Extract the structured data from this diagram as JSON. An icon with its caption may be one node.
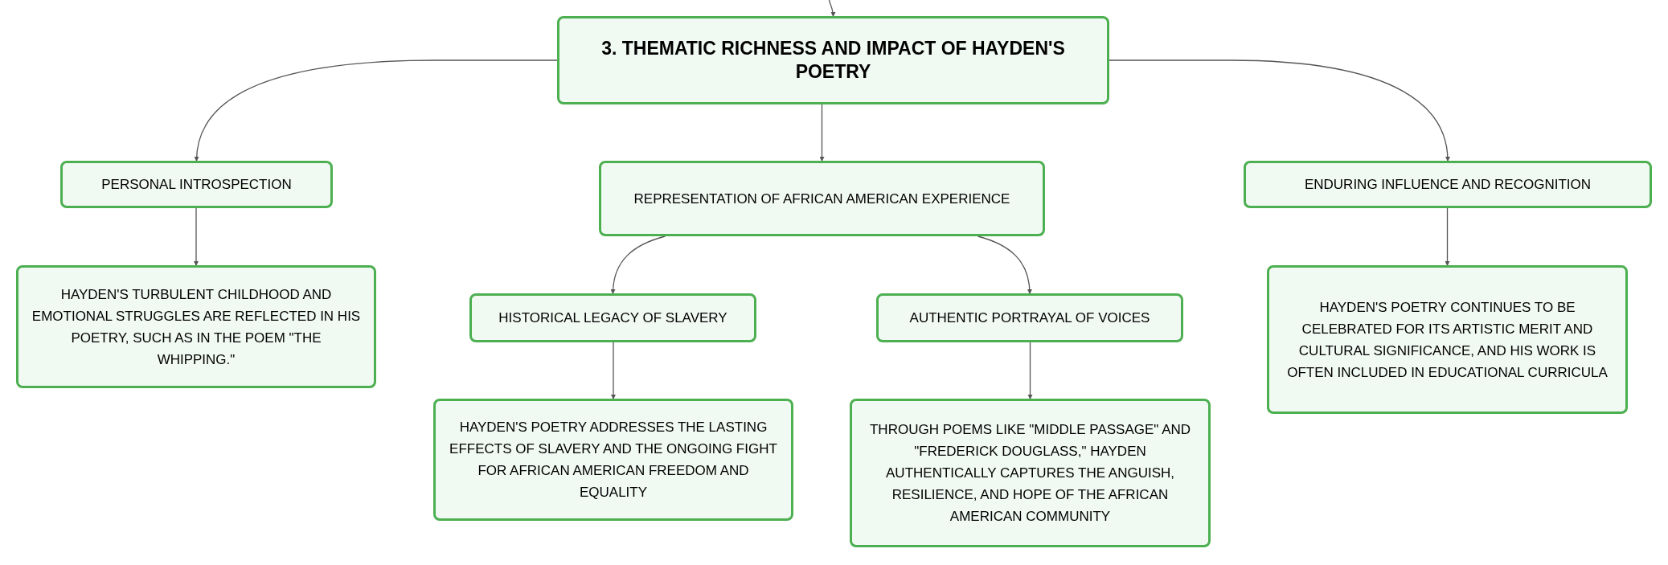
{
  "diagram": {
    "nodes": [
      {
        "text": [
          "3. THEMATIC RICHNESS AND IMPACT OF HAYDEN'S POETRY"
        ]
      },
      {
        "text": [
          "PERSONAL INTROSPECTION"
        ]
      },
      {
        "text": [
          "REPRESENTATION OF AFRICAN AMERICAN EXPERIENCE"
        ]
      },
      {
        "text": [
          "ENDURING INFLUENCE AND RECOGNITION"
        ]
      },
      {
        "text": [
          "HAYDEN'S TURBULENT CHILDHOOD AND EMOTIONAL STRUGGLES ARE REFLECTED IN HIS POETRY, SUCH AS IN THE POEM \"THE WHIPPING.\""
        ]
      },
      {
        "text": [
          "HISTORICAL LEGACY OF SLAVERY"
        ]
      },
      {
        "text": [
          "AUTHENTIC PORTRAYAL OF VOICES"
        ]
      },
      {
        "text": [
          "HAYDEN'S POETRY ADDRESSES THE LASTING EFFECTS OF SLAVERY AND THE ONGOING FIGHT FOR AFRICAN AMERICAN FREEDOM AND EQUALITY"
        ]
      },
      {
        "text": [
          "THROUGH POEMS LIKE \"MIDDLE PASSAGE\" AND \"FREDERICK DOUGLASS,\" HAYDEN AUTHENTICALLY CAPTURES THE ANGUISH, RESILIENCE, AND HOPE OF THE AFRICAN AMERICAN COMMUNITY"
        ]
      },
      {
        "text": [
          "HAYDEN'S POETRY CONTINUES TO BE CELEBRATED FOR ITS ARTISTIC MERIT AND CULTURAL SIGNIFICANCE, AND HIS WORK IS OFTEN INCLUDED IN EDUCATIONAL CURRICULA"
        ]
      }
    ],
    "edges": [
      {
        "from": null,
        "to": 0,
        "arrow": "to"
      },
      {
        "from": 0,
        "to": 1,
        "arrow": "to"
      },
      {
        "from": 0,
        "to": 2,
        "arrow": "to"
      },
      {
        "from": 0,
        "to": 3,
        "arrow": "to"
      },
      {
        "from": 1,
        "to": 4,
        "arrow": "to"
      },
      {
        "from": 2,
        "to": 5,
        "arrow": "to"
      },
      {
        "from": 2,
        "to": 6,
        "arrow": "to"
      },
      {
        "from": 5,
        "to": 7,
        "arrow": "to"
      },
      {
        "from": 6,
        "to": 8,
        "arrow": "to"
      },
      {
        "from": 3,
        "to": 9,
        "arrow": "to"
      }
    ]
  }
}
